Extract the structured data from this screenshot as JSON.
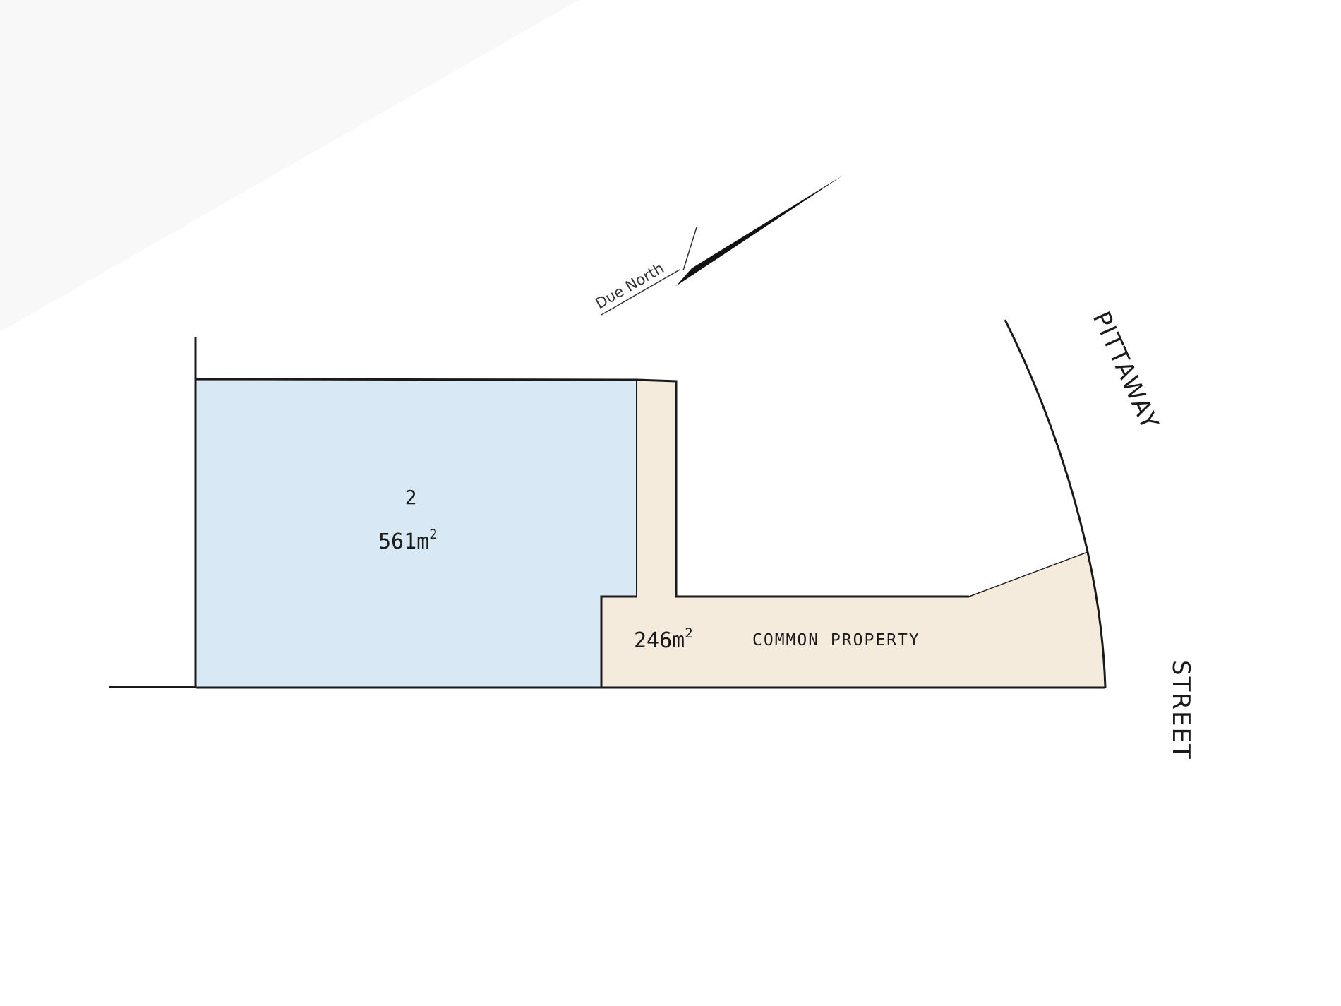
{
  "colors": {
    "lot_fill": "#d8e8f5",
    "common_fill": "#f4ebdc",
    "line": "#1a1a1a"
  },
  "north_arrow": {
    "label": "Due North",
    "icon": "north-arrow-icon"
  },
  "lot_2": {
    "number": "2",
    "area_value": "561m",
    "area_unit_sup": "2"
  },
  "common_property": {
    "area_value": "246m",
    "area_unit_sup": "2",
    "label": "COMMON PROPERTY"
  },
  "street": {
    "name_line1": "PITTAWAY",
    "name_line2": "STREET"
  }
}
